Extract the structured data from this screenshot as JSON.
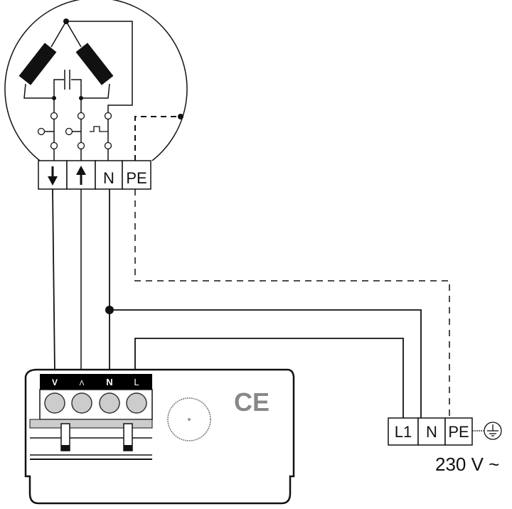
{
  "lamp": {
    "terminals": [
      {
        "id": "down",
        "label": "",
        "icon": "arrow-down-icon"
      },
      {
        "id": "up",
        "label": "",
        "icon": "arrow-up-icon"
      },
      {
        "id": "n",
        "label": "N"
      },
      {
        "id": "pe",
        "label": "PE"
      }
    ]
  },
  "controller": {
    "terminals": [
      {
        "label": "V"
      },
      {
        "label": "Λ"
      },
      {
        "label": "N"
      },
      {
        "label": "L"
      }
    ],
    "mark": "CE"
  },
  "supply": {
    "terminals": [
      {
        "label": "L1"
      },
      {
        "label": "N"
      },
      {
        "label": "PE"
      }
    ],
    "voltage": "230 V ~",
    "ground_icon": "ground-icon"
  },
  "colors": {
    "line": "#111111",
    "terminal_fill": "#cccccc",
    "header_fill": "#000000"
  }
}
